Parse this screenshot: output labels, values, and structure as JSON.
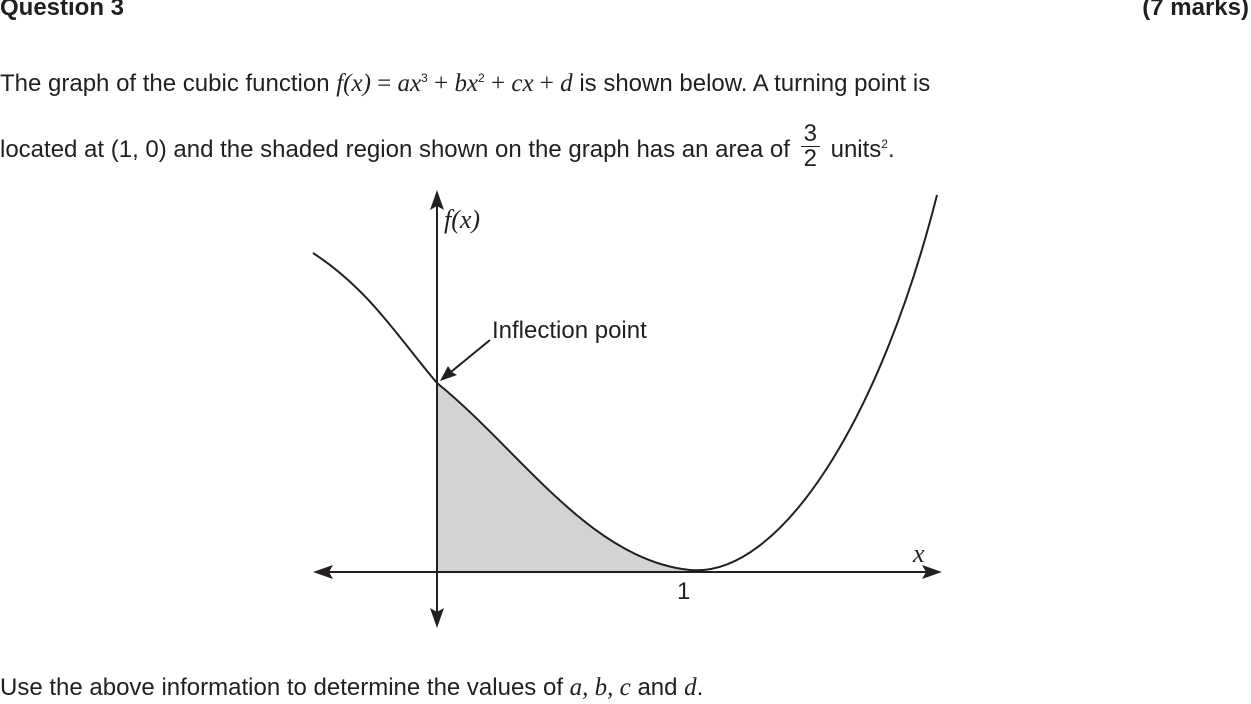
{
  "header": {
    "title": "Question 3",
    "marks": "(7 marks)"
  },
  "intro": {
    "text_a": "The graph of the cubic function ",
    "fn_f": "f",
    "fn_x_paren": "(x)",
    "eq_sign": " = ",
    "term_a": "ax",
    "exp3": "3",
    "plus1": " + ",
    "term_b": "bx",
    "exp2": "2",
    "plus2": " + ",
    "term_c": "cx",
    "plus3": " + ",
    "term_d": "d",
    "text_b": "  is shown below. A turning point is",
    "line2_a": "located at (1, 0) and the shaded region shown on the graph has an area of ",
    "frac_num": "3",
    "frac_den": "2",
    "line2_b": " units",
    "unit_exp": "2",
    "line2_c": "."
  },
  "graph": {
    "y_axis_label": "f(x)",
    "x_axis_label": "x",
    "tick_label_1": "1",
    "annotation": "Inflection point",
    "colors": {
      "curve": "#231f20",
      "shade": "#d1d3d4"
    }
  },
  "task": {
    "text_a": "Use the above information to determine the values of ",
    "vars": "a, b, c",
    "text_and": " and ",
    "var_d": "d",
    "text_end": "."
  }
}
